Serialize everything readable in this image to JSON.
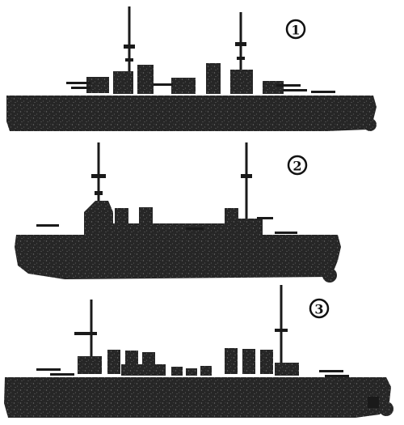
{
  "ships": [
    {
      "number": "1"
    },
    {
      "number": "2"
    },
    {
      "number": "3"
    }
  ]
}
